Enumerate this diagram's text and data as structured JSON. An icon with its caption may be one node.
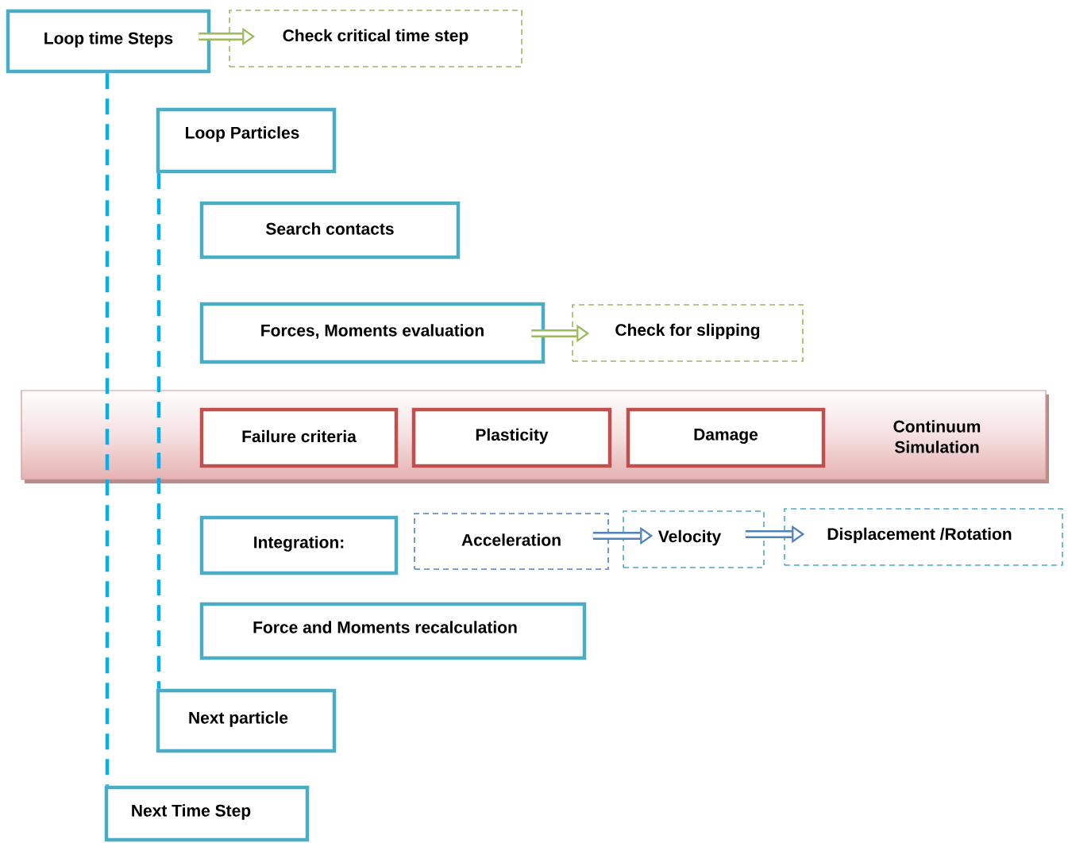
{
  "diagram": {
    "nodes": [
      {
        "text": [
          "Loop time Steps"
        ]
      },
      {
        "text": [
          "Check critical time step"
        ]
      },
      {
        "text": [
          "Loop Particles"
        ]
      },
      {
        "text": [
          "Search contacts"
        ]
      },
      {
        "text": [
          "Forces, Moments  evaluation"
        ]
      },
      {
        "text": [
          "Check for slipping"
        ]
      },
      {
        "text": [
          "Continuum Simulation"
        ]
      },
      {
        "text": [
          "Failure criteria"
        ],
        "in": 6
      },
      {
        "text": [
          "Plasticity"
        ],
        "in": 6
      },
      {
        "text": [
          "Damage"
        ],
        "in": 6
      },
      {
        "text": [
          "Integration:"
        ]
      },
      {
        "text": [
          "Acceleration"
        ]
      },
      {
        "text": [
          "Velocity"
        ]
      },
      {
        "text": [
          "Displacement /Rotation"
        ]
      },
      {
        "text": [
          "Force and Moments recalculation"
        ]
      },
      {
        "text": [
          "Next particle"
        ]
      },
      {
        "text": [
          "Next Time Step"
        ]
      }
    ],
    "edges": [
      {
        "from": 0,
        "to": 1,
        "arrow": "to",
        "color": "#9bbb59"
      },
      {
        "from": 4,
        "to": 5,
        "arrow": "to",
        "color": "#9bbb59"
      },
      {
        "from": 11,
        "to": 12,
        "arrow": "to",
        "color": "#4f81bd"
      },
      {
        "from": 12,
        "to": 13,
        "arrow": "to",
        "color": "#4f81bd"
      },
      {
        "from": 0,
        "to": 16,
        "arrow": "none",
        "style": "dashed",
        "color": "#00b0f0"
      },
      {
        "from": 2,
        "to": 15,
        "arrow": "none",
        "style": "dashed",
        "color": "#00b0f0"
      }
    ]
  }
}
